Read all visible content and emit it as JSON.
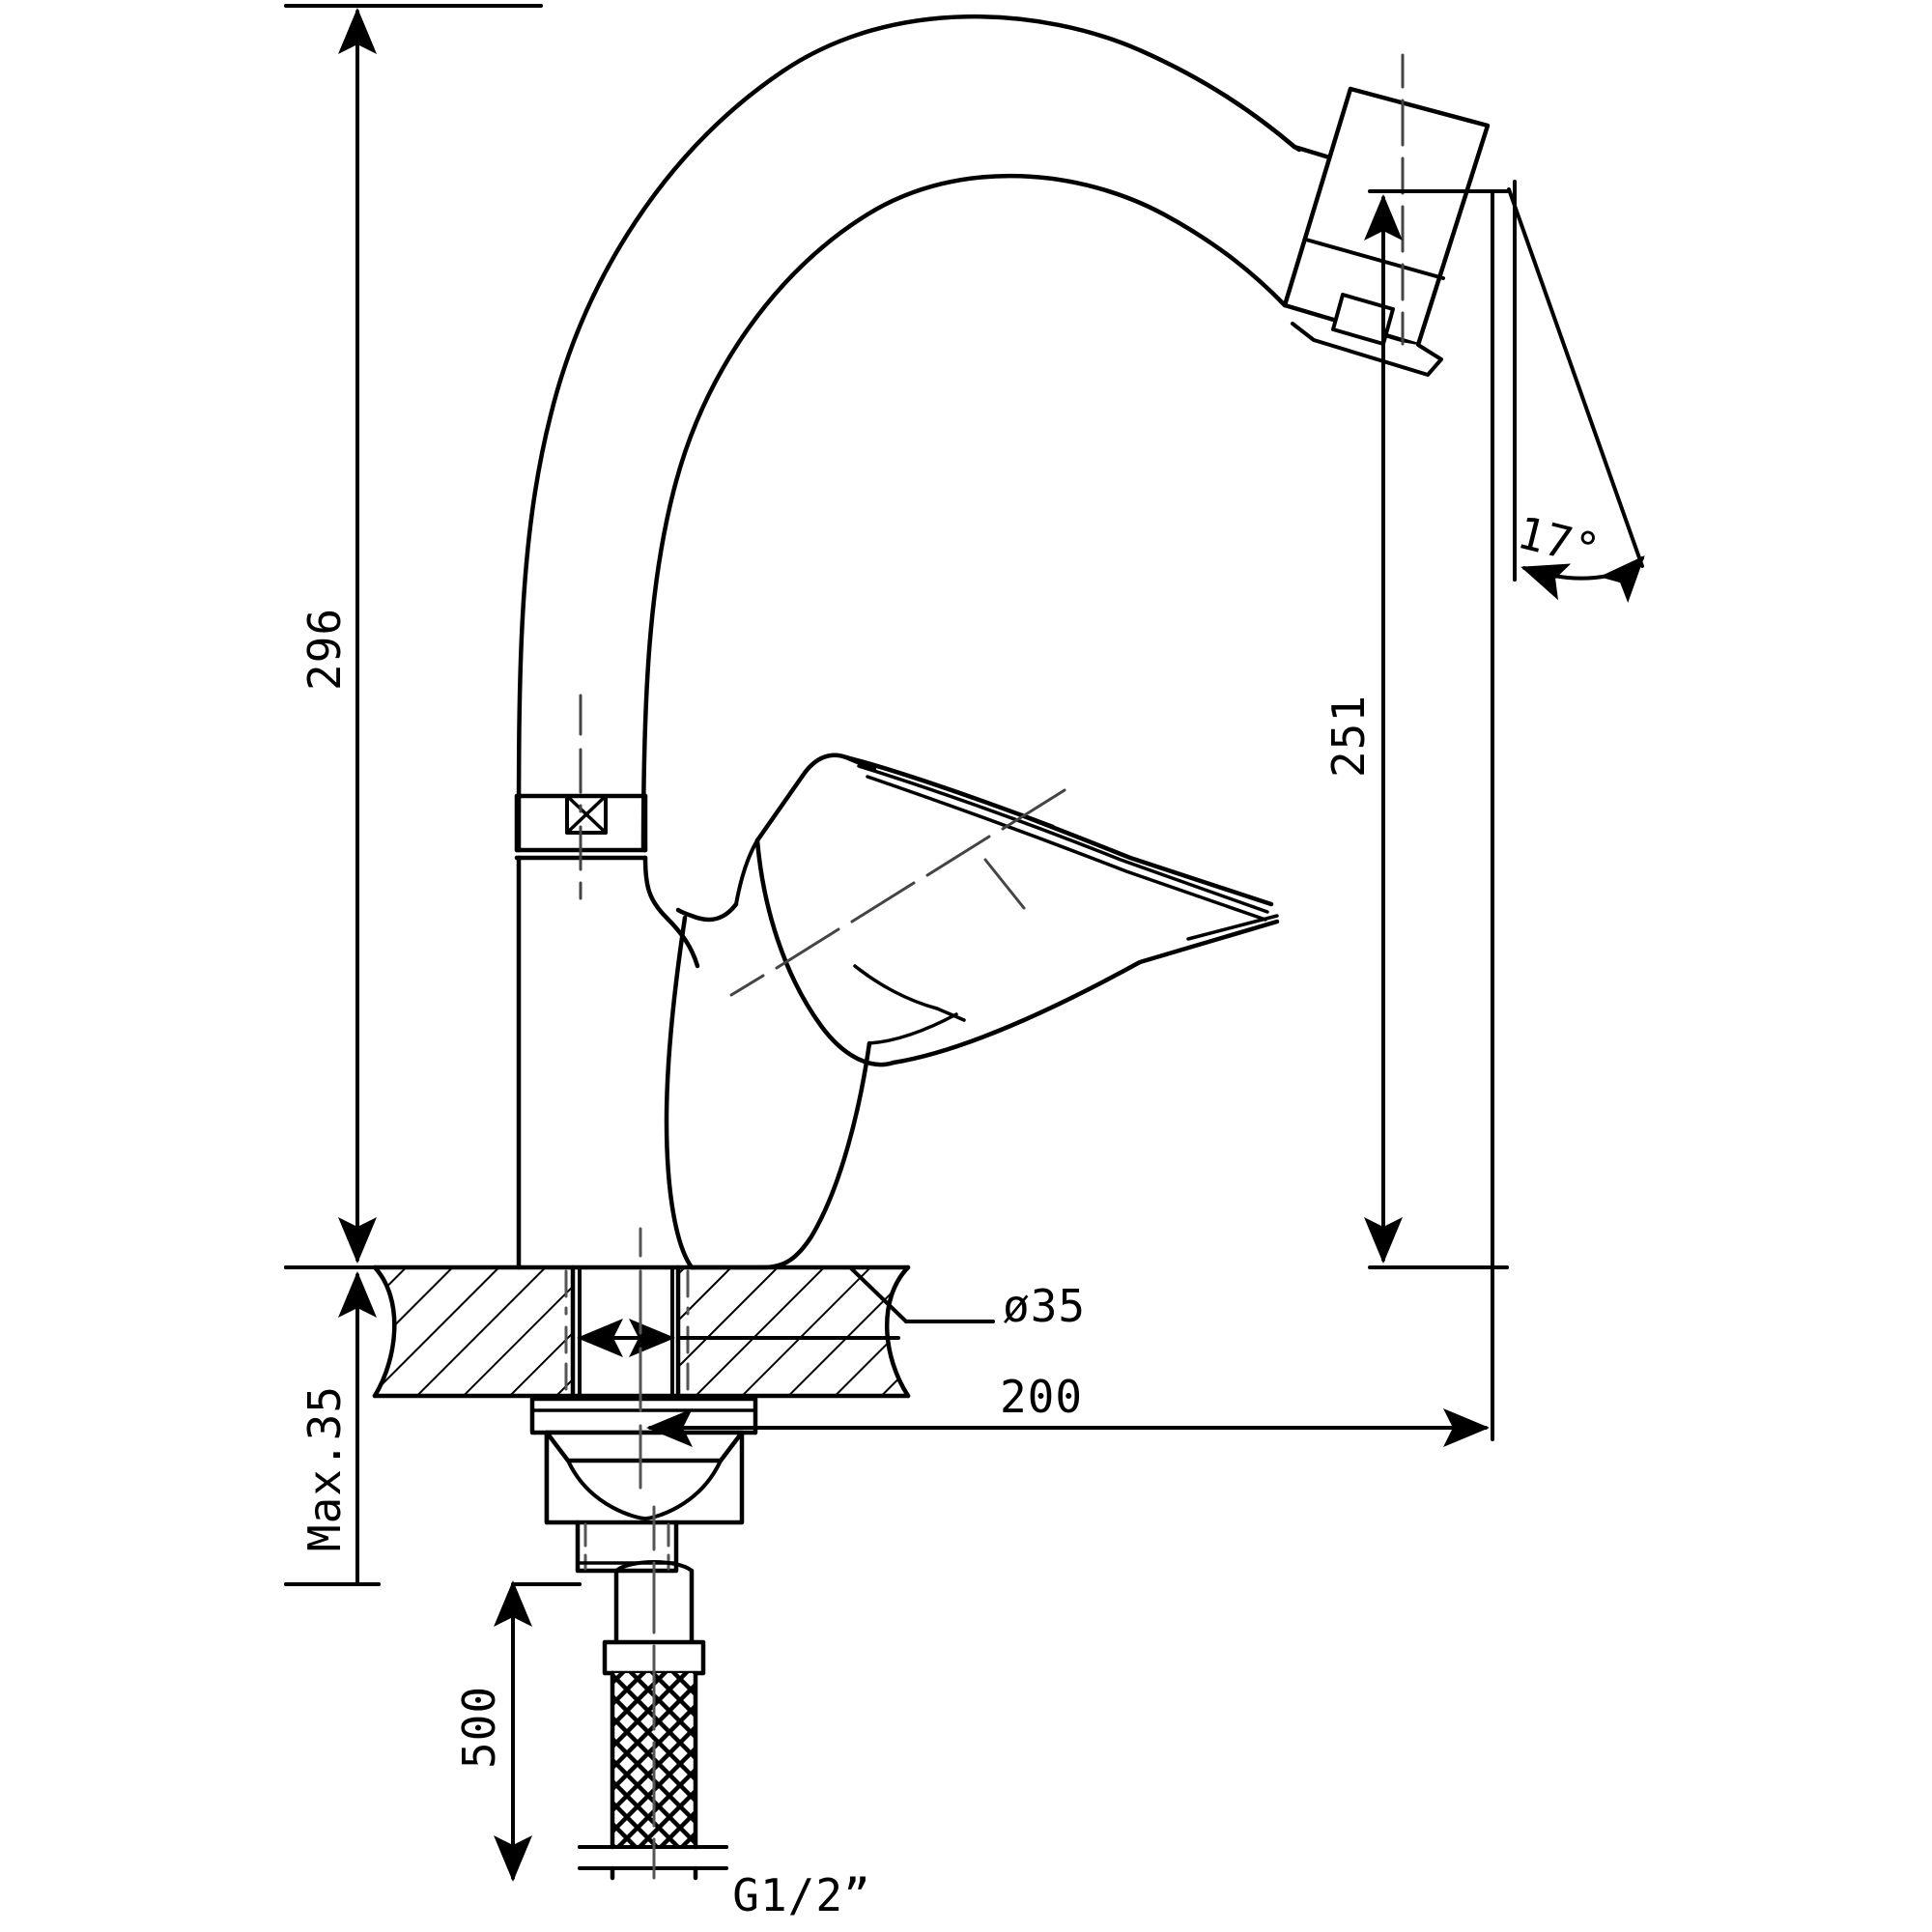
{
  "drawing": {
    "kind": "technical-drawing",
    "subject": "single-lever kitchen sink mixer tap, side elevation with section through counter",
    "line_color": "#000000",
    "background_color": "#ffffff",
    "units_note": "mm"
  },
  "dimensions": {
    "overall_height": {
      "label": "296",
      "name": "overall-height-dimension",
      "orientation": "vertical",
      "text_rotation_deg": -90
    },
    "spout_height": {
      "label": "251",
      "name": "spout-height-dimension",
      "orientation": "vertical",
      "text_rotation_deg": -90
    },
    "spout_reach": {
      "label": "200",
      "name": "spout-reach-dimension",
      "orientation": "horizontal",
      "text_rotation_deg": 0
    },
    "mounting_hole": {
      "label": "ø35",
      "name": "mounting-hole-diameter",
      "orientation": "leader",
      "text_rotation_deg": 0
    },
    "counter_thickness": {
      "label": "Max.35",
      "name": "counter-thickness-dimension",
      "orientation": "vertical",
      "text_rotation_deg": -90
    },
    "hose_length": {
      "label": "500",
      "name": "hose-length-dimension",
      "orientation": "vertical",
      "text_rotation_deg": -90
    },
    "aerator_angle": {
      "label": "17°",
      "name": "aerator-angle-dimension",
      "orientation": "angular",
      "text_rotation_deg": 0
    },
    "thread_spec": {
      "label": "G1/2”",
      "name": "hose-thread-spec",
      "orientation": "horizontal",
      "text_rotation_deg": 0
    }
  }
}
